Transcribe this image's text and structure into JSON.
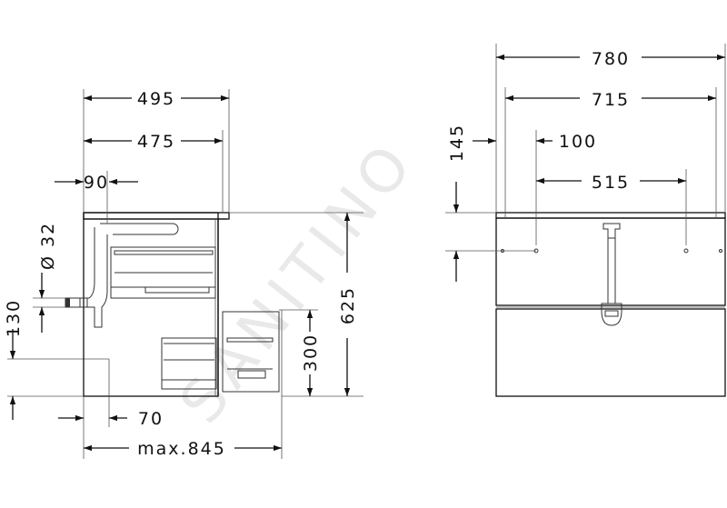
{
  "watermark": "SANITINO",
  "side_view": {
    "dimensions": {
      "total_depth": "495",
      "inner_depth": "475",
      "drain_offset": "90",
      "drain_diameter": "Ø 32",
      "drain_height": "130",
      "cabinet_height": "625",
      "drawer_height": "300",
      "wall_offset": "70",
      "max_depth": "max.845"
    }
  },
  "front_view": {
    "dimensions": {
      "total_width": "780",
      "inner_width": "715",
      "top_offset": "145",
      "side_offset": "100",
      "mount_spacing": "515"
    }
  }
}
